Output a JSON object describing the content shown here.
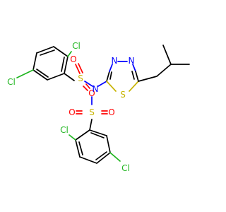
{
  "molecule": {
    "atom_labels": {
      "cl_top": "Cl",
      "cl_left": "Cl",
      "cl_mid": "Cl",
      "cl_bottom": "Cl",
      "s_upper": "S",
      "o_upper_1": "O",
      "o_upper_2": "O",
      "n_center": "N",
      "s_lower": "S",
      "o_lower_1": "O",
      "o_lower_2": "O",
      "n_ring_1": "N",
      "n_ring_2": "N",
      "s_ring": "S"
    },
    "colors": {
      "carbon_bond": "#000000",
      "chlorine": "#1fb51f",
      "sulfur": "#c8b400",
      "oxygen": "#ff0000",
      "nitrogen": "#0000ff"
    }
  }
}
